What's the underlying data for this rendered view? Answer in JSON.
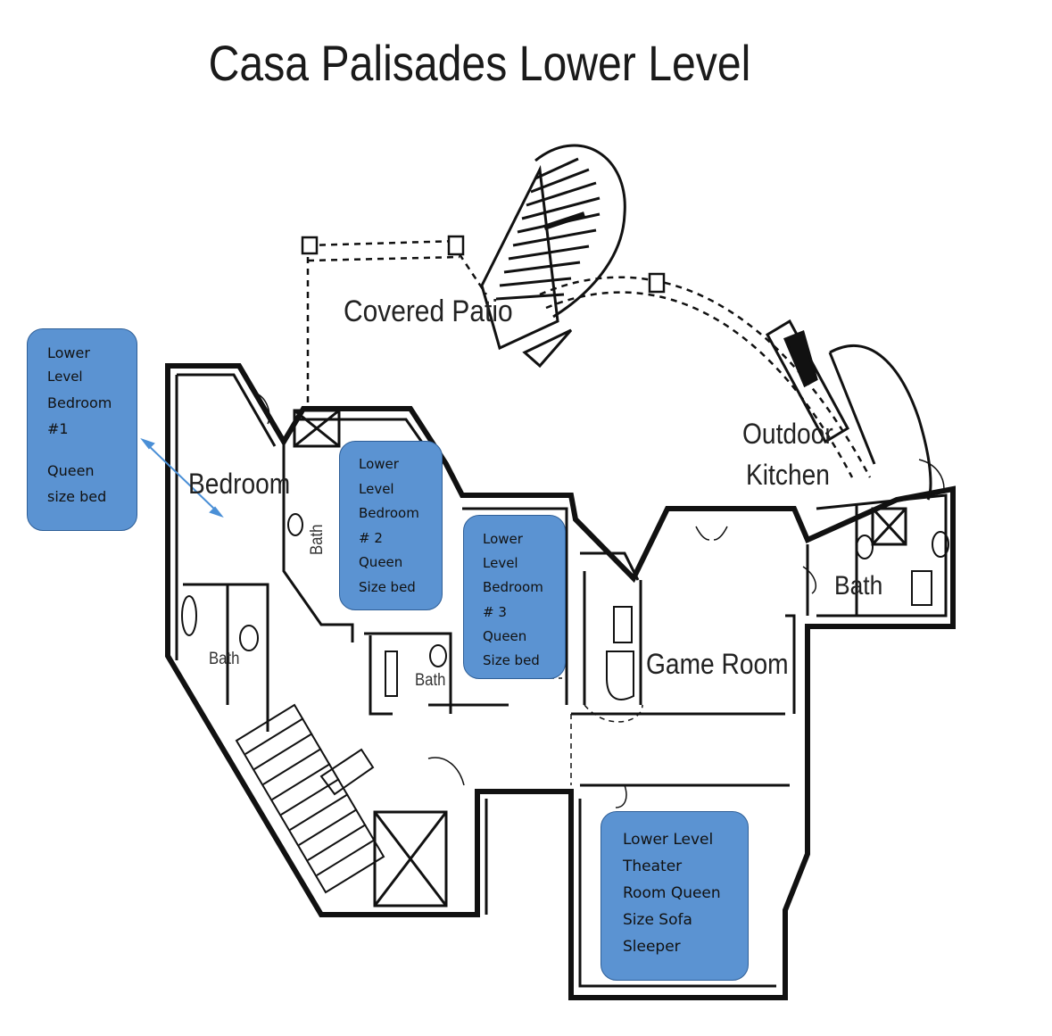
{
  "title": "Casa Palisades Lower Level",
  "rooms": {
    "covered_patio": "Covered Patio",
    "outdoor_kitchen_line1": "Outdoor",
    "outdoor_kitchen_line2": "Kitchen",
    "bedroom": "Bedroom",
    "bath_left": "Bath",
    "bath_vertical": "Bath",
    "bath_mid": "Bath",
    "bath_right": "Bath",
    "game_room": "Game Room"
  },
  "callouts": {
    "bedroom1": [
      "Lower",
      "Level",
      "Bedroom",
      "#1",
      "Queen",
      "size bed"
    ],
    "bedroom2": [
      "Lower",
      "Level",
      "Bedroom",
      "# 2",
      "Queen",
      "Size bed"
    ],
    "bedroom3": [
      "Lower",
      "Level",
      "Bedroom",
      "# 3",
      "Queen",
      "Size bed"
    ],
    "theater": [
      "Lower Level",
      "Theater",
      "Room Queen",
      "Size Sofa",
      "Sleeper"
    ]
  },
  "colors": {
    "callout_fill": "#5b93d2",
    "callout_border": "#2f5f97",
    "arrow": "#4a8fd6",
    "wall": "#111111"
  }
}
